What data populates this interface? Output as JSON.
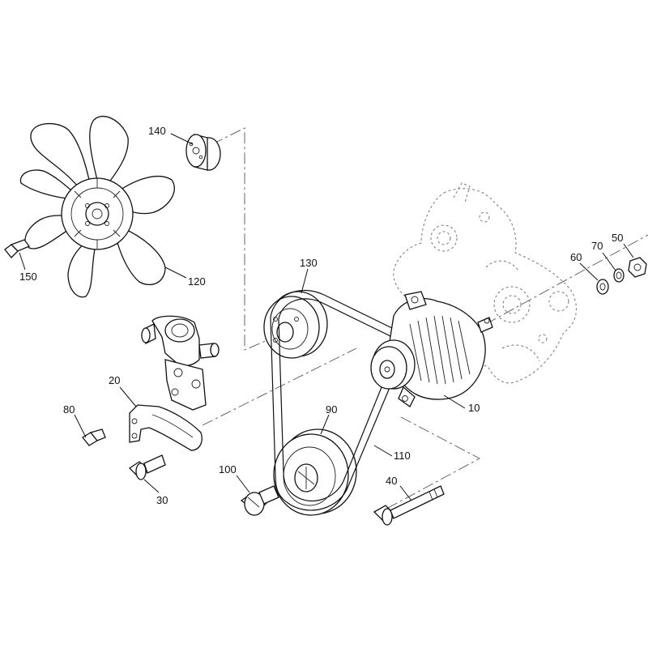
{
  "callouts": {
    "c10": "10",
    "c20": "20",
    "c30": "30",
    "c40": "40",
    "c50": "50",
    "c60": "60",
    "c70": "70",
    "c80": "80",
    "c90": "90",
    "c100": "100",
    "c110": "110",
    "c120": "120",
    "c130": "130",
    "c140": "140",
    "c150": "150"
  }
}
